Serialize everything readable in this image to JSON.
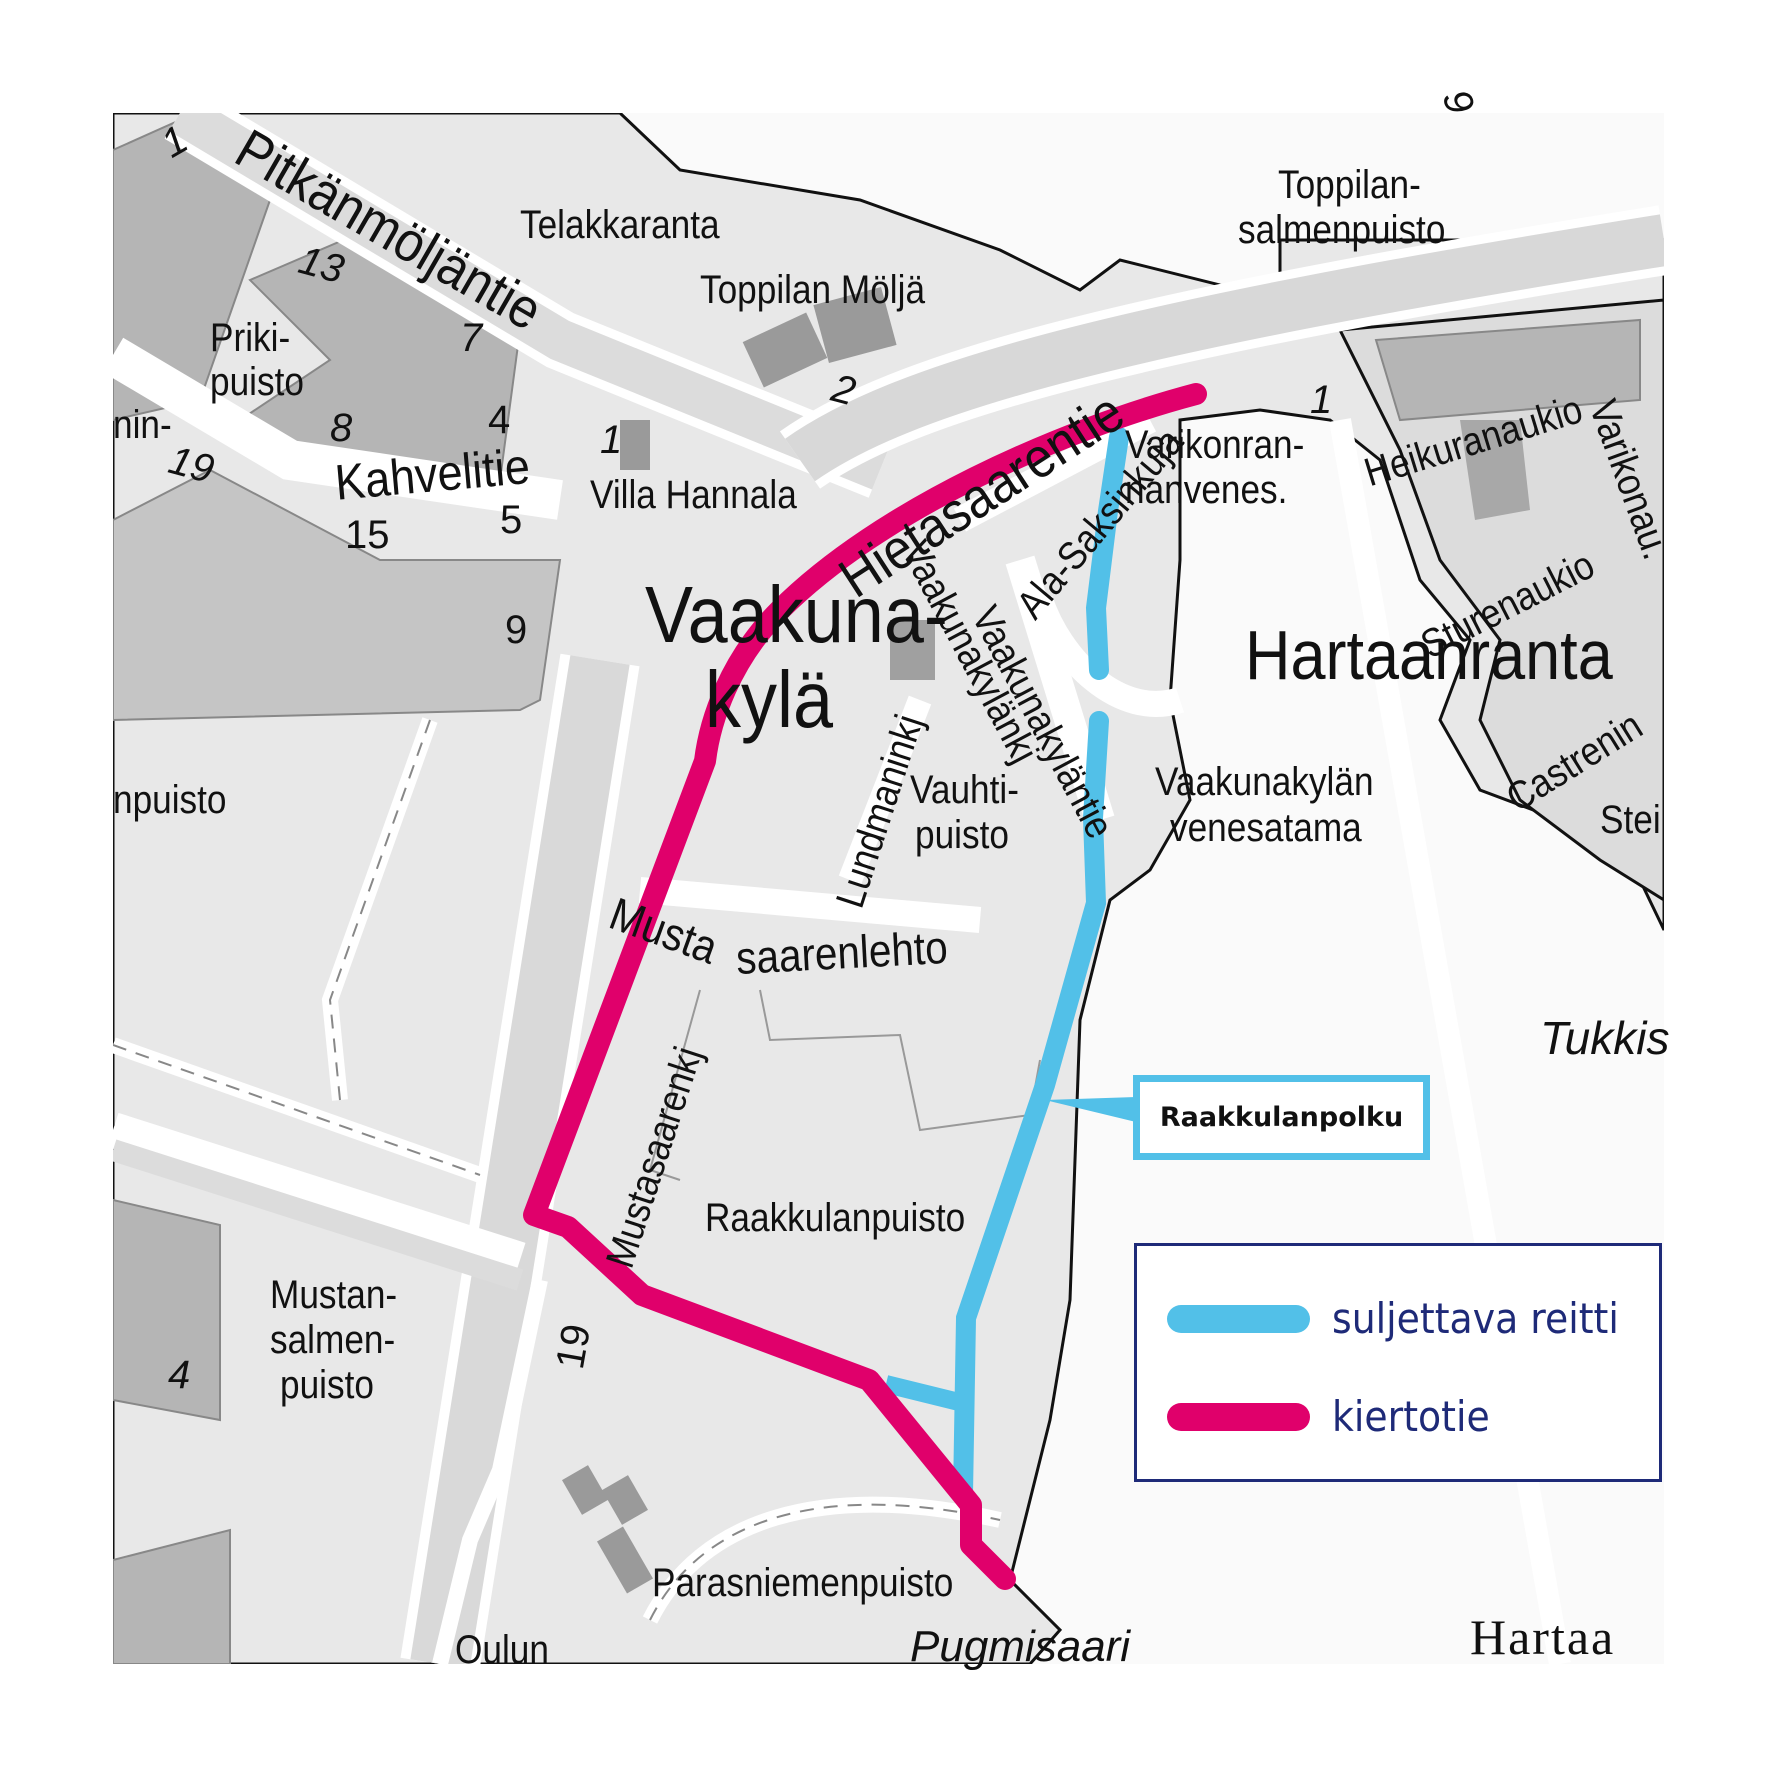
{
  "map": {
    "colors": {
      "land": "#e9e9e9",
      "road": "#ffffff",
      "block": "#b5b5b5",
      "building": "#9a9a9a",
      "water": "#fafafa",
      "closed_route": "#52c0e8",
      "detour": "#e0006b",
      "legend_border": "#1e2a78",
      "legend_text": "#1e2a78"
    },
    "labels": {
      "pitkanmoljantie": "Pitkänmöljäntie",
      "telakkaranta": "Telakkaranta",
      "toppilan_molja": "Toppilan Möljä",
      "toppilansalmenpuisto_1": "Toppilan-",
      "toppilansalmenpuisto_2": "salmenpuisto",
      "prikipuisto_1": "Priki-",
      "prikipuisto_2": "puisto",
      "kahvelitie": "Kahvelitie",
      "villa_hannala": "Villa Hannala",
      "hietasaarentie": "Hietasaarentie",
      "varikonranta_1": "Varikonran-",
      "varikonranta_2": "nanvenes.",
      "ala_saksinkuja": "Ala-Saksinkuja",
      "heikuranaukio": "Heikuranaukio",
      "varikonaukio": "Varikonau.",
      "sturenaukio": "Sturenaukio",
      "castreninkatu": "Castrenin",
      "stei": "Stei",
      "vaakunakyla_1": "Vaakuna-",
      "vaakunakyla_2": "kylä",
      "vaakunakylantie": "Vaakunakyläntie",
      "vaakunakylan_kj": "Vaakunakylänkj",
      "lundmaninkuja": "Lundmaninkj",
      "hartaanranta": "Hartaanranta",
      "vauhtipuisto_1": "Vauhti-",
      "vauhtipuisto_2": "puisto",
      "vaakunakylan_venesatama_1": "Vaakunakylän",
      "vaakunakylan_venesatama_2": "venesatama",
      "nin": "nin-",
      "npuisto": "npuisto",
      "mustasaarenlehto_1": "Musta",
      "mustasaarenlehto_2": "saarenlehto",
      "mustasaarenkuja": "Mustasaarenkj",
      "raakkulanpuisto": "Raakkulanpuisto",
      "tukkisaari": "Tukkis",
      "mustansalmenpuisto_1": "Mustan-",
      "mustansalmenpuisto_2": "salmen-",
      "mustansalmenpuisto_3": "puisto",
      "parasniemenpuisto": "Parasniemenpuisto",
      "oulun": "Oulun",
      "pugmisaari": "Pugmisaari",
      "hartaa_water": "Hartaa"
    },
    "house_numbers": {
      "n1_tl": "1",
      "n13": "13",
      "n7": "7",
      "n8": "8",
      "n4_kahv": "4",
      "n19_w": "19",
      "n15": "15",
      "n5": "5",
      "n9": "9",
      "n1_villa": "1",
      "n2": "2",
      "n6": "6",
      "n1_heikura": "1",
      "n19_must": "19",
      "n4_must": "4"
    }
  },
  "callout": {
    "label": "Raakkulanpolku"
  },
  "legend": {
    "items": [
      {
        "label": "suljettava reitti",
        "color": "#52c0e8",
        "meaning": "closed-route"
      },
      {
        "label": "kiertotie",
        "color": "#e0006b",
        "meaning": "detour"
      }
    ]
  }
}
